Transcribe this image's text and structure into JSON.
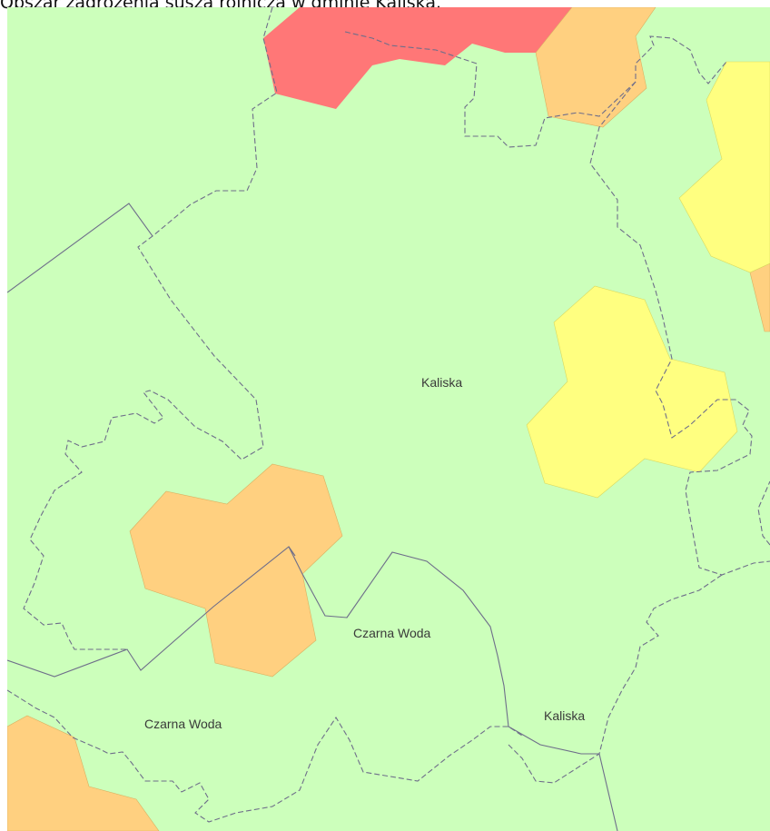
{
  "caption": "Obszar zagrożenia suszą rolniczą w gminie Kaliska.",
  "labels": {
    "kaliska_center": "Kaliska",
    "czarna_woda_center": "Czarna Woda",
    "czarna_woda_west": "Czarna Woda",
    "kaliska_south": "Kaliska"
  },
  "colors": {
    "background": "#ccffbb",
    "red_zone": "#ff7777",
    "orange_zone": "#ffd080",
    "yellow_zone": "#ffff80",
    "boundary_line": "#6e6e8a"
  }
}
